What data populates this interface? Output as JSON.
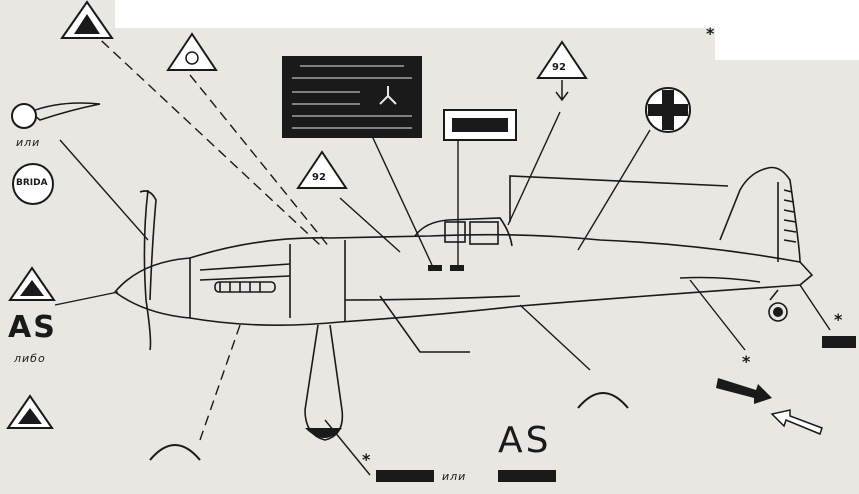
{
  "labels": {
    "ili_left": "или",
    "brida": "BRIDA",
    "as_left": "AS",
    "libo": "либо",
    "ili_bottom": "или",
    "as_bottom": "AS",
    "triangle_92_top": "92",
    "triangle_92_mid": "92",
    "star": "*"
  },
  "colors": {
    "ink": "#1a1a1a",
    "paper": "#e9e7e2",
    "white": "#ffffff"
  }
}
